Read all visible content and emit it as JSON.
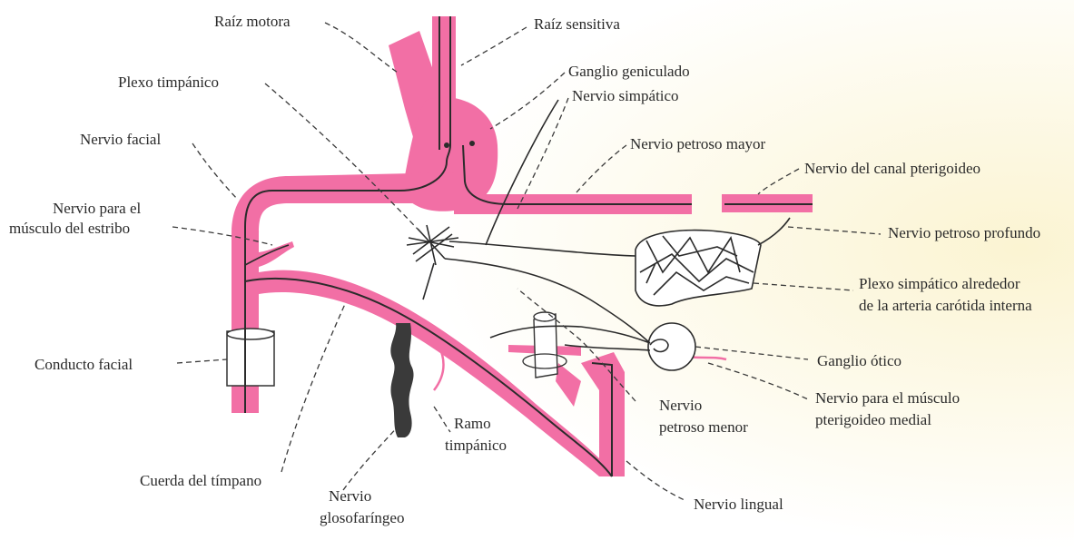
{
  "colors": {
    "nerve": "#f26fa5",
    "fiber": "#2b2b2b",
    "background": "#ffffff",
    "warm_tint": "#fbf4d2",
    "ganglion_dark": "#3a3a3a"
  },
  "labels": {
    "raiz_motora": "Raíz motora",
    "raiz_sensitiva": "Raíz sensitiva",
    "plexo_timpanico": "Plexo timpánico",
    "ganglio_geniculado": "Ganglio geniculado",
    "nervio_simpatico": "Nervio simpático",
    "nervio_facial": "Nervio facial",
    "nervio_petroso_mayor": "Nervio petroso mayor",
    "nervio_canal_pterigoideo": "Nervio del canal pterigoideo",
    "nervio_musculo_estribo_1": "Nervio para el",
    "nervio_musculo_estribo_2": "músculo del estribo",
    "nervio_petroso_profundo": "Nervio petroso profundo",
    "plexo_simpatico_1": "Plexo simpático alrededor",
    "plexo_simpatico_2": "de la arteria carótida interna",
    "conducto_facial": "Conducto facial",
    "ganglio_otico": "Ganglio ótico",
    "nervio_petroso_menor_1": "Nervio",
    "nervio_petroso_menor_2": "petroso menor",
    "nervio_pterigoideo_1": "Nervio para el músculo",
    "nervio_pterigoideo_2": "pterigoideo medial",
    "ramo_timpanico_1": "Ramo",
    "ramo_timpanico_2": "timpánico",
    "cuerda_timpano": "Cuerda del tímpano",
    "nervio_glosofaringeo_1": "Nervio",
    "nervio_glosofaringeo_2": "glosofaríngeo",
    "nervio_lingual": "Nervio lingual"
  }
}
